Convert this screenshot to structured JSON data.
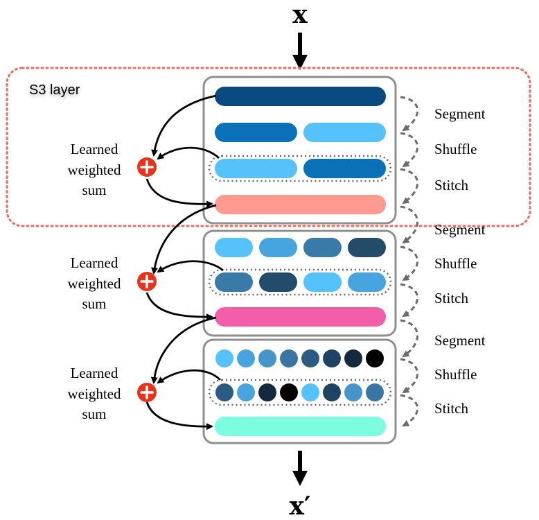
{
  "input_label": "x",
  "output_label": "x′",
  "layer_label": "S3 layer",
  "op_labels": [
    "Segment",
    "Shuffle",
    "Stitch"
  ],
  "sum_label_lines": [
    "Learned",
    "weighted",
    "sum"
  ],
  "colors": {
    "layer_outline": "#f06a5a",
    "box_stroke": "#8f8f8f",
    "dashed_arrow": "#6b6b6b",
    "plus_circle": "#e8321c",
    "stage1_input": "#084a80",
    "stage1_blue": "#0a71b8",
    "stage1_light": "#56c2fb",
    "stage1_output": "#fe9a90",
    "stage2_output": "#f25ea8",
    "stage3_output": "#7dfde0",
    "stage2_segments": [
      "#56c2fb",
      "#48a4df",
      "#3a7aa8",
      "#234b6a"
    ],
    "stage2_shuffled": [
      "#3a7aa8",
      "#234b6a",
      "#56c2fb",
      "#48a4df"
    ],
    "stage3_segments": [
      "#56c2fb",
      "#48a4df",
      "#4594cc",
      "#3a76a3",
      "#2b5a82",
      "#1f4363",
      "#14283e",
      "#000000"
    ],
    "stage3_shuffled": [
      "#2b5a82",
      "#48a4df",
      "#14283e",
      "#000000",
      "#56c2fb",
      "#1f4363",
      "#4594cc",
      "#3a76a3"
    ]
  }
}
